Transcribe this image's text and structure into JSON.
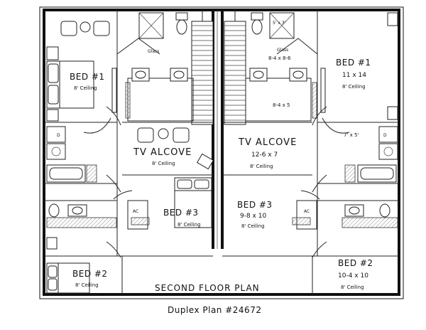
{
  "plan": {
    "title": "SECOND FLOOR PLAN",
    "subtitle": "Duplex Plan #24672"
  },
  "unit_left": {
    "bed1": {
      "name": "BED #1",
      "ceiling": "8' Ceiling"
    },
    "bed2": {
      "name": "BED #2",
      "ceiling": "8' Ceiling"
    },
    "bed3": {
      "name": "BED #3",
      "ceiling": "8' Ceiling"
    },
    "tv_alcove": {
      "name": "TV ALCOVE",
      "ceiling": "8' Ceiling"
    },
    "glass_label": "Glass",
    "ac_label": "AC",
    "dryer_label": "D"
  },
  "unit_right": {
    "bed1": {
      "name": "BED #1",
      "size": "11 x 14",
      "ceiling": "8' Ceiling"
    },
    "bed2": {
      "name": "BED #2",
      "size": "10-4 x 10",
      "ceiling": "8' Ceiling"
    },
    "bed3": {
      "name": "BED #3",
      "size": "9-8 x 10",
      "ceiling": "8' Ceiling"
    },
    "tv_alcove": {
      "name": "TV ALCOVE",
      "size": "12-6 x 7",
      "ceiling": "8' Ceiling"
    },
    "glass_label": "Glass",
    "bath_size": "8-4 x 8-6",
    "closet_size": "8-4 x 5",
    "shower_size": "5' x 3'",
    "laundry_size": "7' x 5'",
    "ac_label": "AC",
    "dryer_label": "D"
  },
  "icons": [
    "bed-icon",
    "toilet-icon",
    "sink-icon",
    "bathtub-icon",
    "chair-icon",
    "desk-icon",
    "stair-icon",
    "door-swing-icon"
  ]
}
